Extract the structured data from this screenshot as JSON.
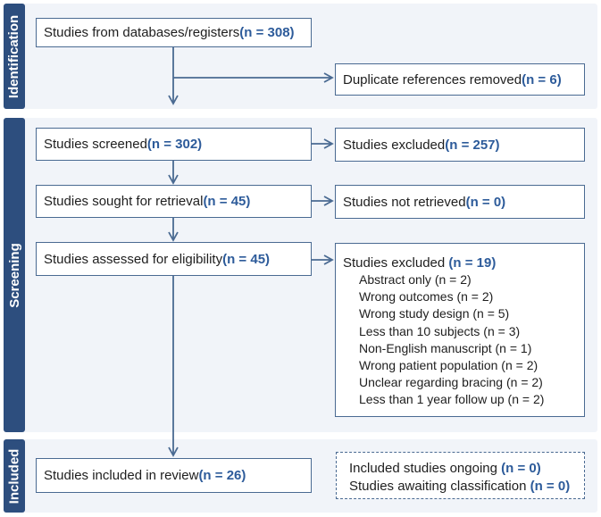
{
  "sections": {
    "identification": "Identification",
    "screening": "Screening",
    "included": "Included"
  },
  "boxes": {
    "databases": {
      "text": "Studies from databases/registers ",
      "n": "(n = 308)"
    },
    "duplicates": {
      "text": "Duplicate references removed ",
      "n": "(n = 6)"
    },
    "screened": {
      "text": "Studies screened ",
      "n": "(n = 302)"
    },
    "excluded_screen": {
      "text": "Studies excluded ",
      "n": "(n = 257)"
    },
    "sought": {
      "text": "Studies sought for retrieval ",
      "n": "(n = 45)"
    },
    "not_retrieved": {
      "text": "Studies not retrieved ",
      "n": "(n = 0)"
    },
    "assessed": {
      "text": "Studies assessed for eligibility ",
      "n": "(n = 45)"
    },
    "excluded_elig": {
      "text": "Studies excluded ",
      "n": "(n = 19)",
      "reasons": [
        "Abstract only (n = 2)",
        "Wrong outcomes (n = 2)",
        "Wrong study design (n = 5)",
        "Less than 10 subjects (n = 3)",
        "Non-English manuscript (n = 1)",
        "Wrong patient population (n = 2)",
        "Unclear regarding bracing (n = 2)",
        "Less than 1 year follow up (n = 2)"
      ]
    },
    "included": {
      "text": "Studies included in review ",
      "n": "(n = 26)"
    },
    "ongoing": {
      "line1_text": "Included studies ongoing ",
      "line1_n": "(n = 0)",
      "line2_text": "Studies awaiting classification ",
      "line2_n": "(n = 0)"
    }
  },
  "colors": {
    "label_bar": "#2d4e7e",
    "band": "#f1f4f9",
    "box_border": "#4a6a92",
    "count_text": "#2d5b9a"
  }
}
